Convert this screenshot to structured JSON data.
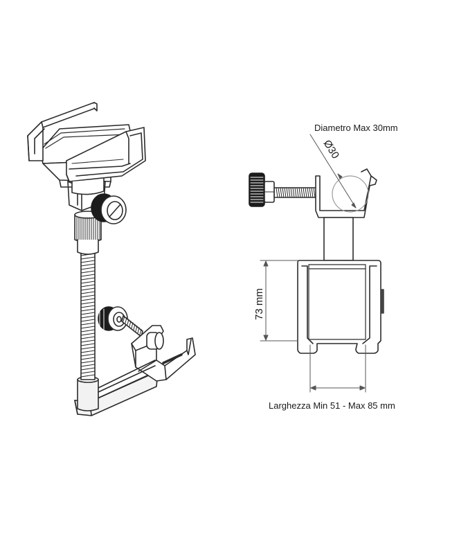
{
  "labels": {
    "diameter": "Diametro Max 30mm",
    "phi_symbol": "Ø30",
    "height": "73 mm",
    "width": "Larghezza Min 51 - Max  85 mm"
  },
  "colors": {
    "line": "#2b2b2b",
    "dim": "#555555",
    "knob": "#1c1c1c",
    "fill": "#ffffff",
    "shade": "#e8e8e8"
  }
}
